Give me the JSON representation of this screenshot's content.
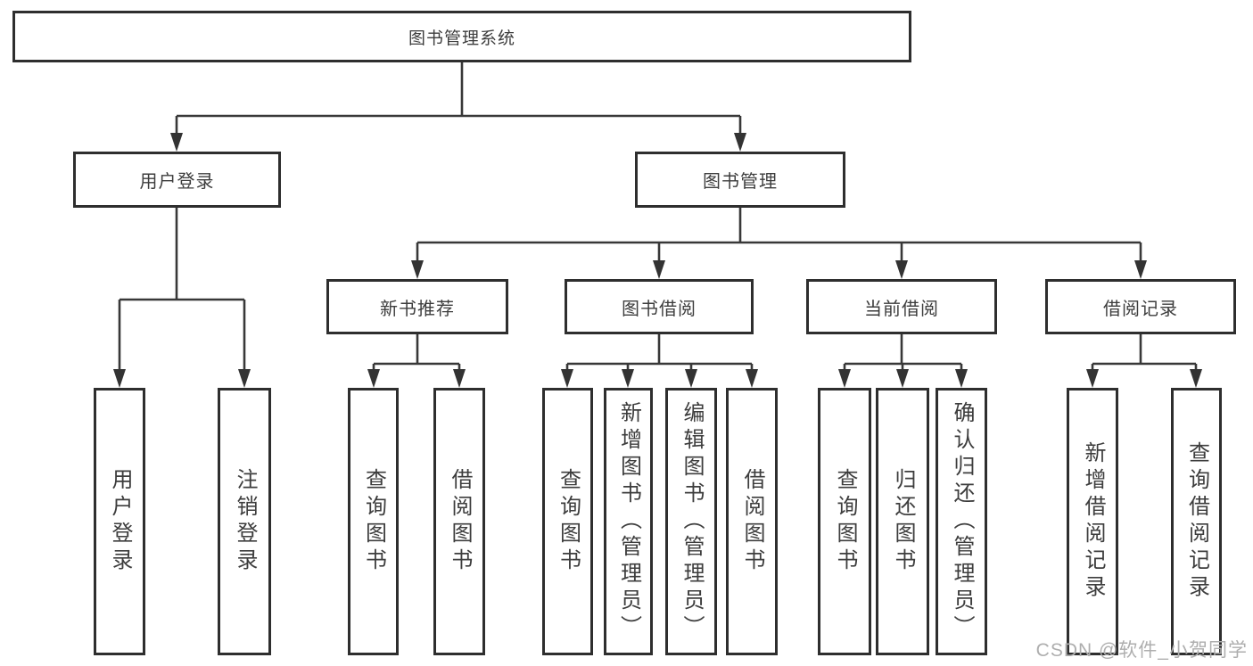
{
  "diagram": {
    "watermark": "CSDN @软件_小贺同学",
    "colors": {
      "line": "#383838",
      "box_border": "#2e2e2e",
      "text": "#3d3d3d",
      "watermark": "#aeaeae",
      "background": "#ffffff"
    },
    "tree": {
      "label": "图书管理系统",
      "children": [
        {
          "label": "用户登录",
          "children": [
            {
              "label": "用户登录"
            },
            {
              "label": "注销登录"
            }
          ]
        },
        {
          "label": "图书管理",
          "children": [
            {
              "label": "新书推荐",
              "children": [
                {
                  "label": "查询图书"
                },
                {
                  "label": "借阅图书"
                }
              ]
            },
            {
              "label": "图书借阅",
              "children": [
                {
                  "label": "查询图书"
                },
                {
                  "label": "新增图书（管理员）"
                },
                {
                  "label": "编辑图书（管理员）"
                },
                {
                  "label": "借阅图书"
                }
              ]
            },
            {
              "label": "当前借阅",
              "children": [
                {
                  "label": "查询图书"
                },
                {
                  "label": "归还图书"
                },
                {
                  "label": "确认归还（管理员）"
                }
              ]
            },
            {
              "label": "借阅记录",
              "children": [
                {
                  "label": "新增借阅记录"
                },
                {
                  "label": "查询借阅记录"
                }
              ]
            }
          ]
        }
      ]
    }
  }
}
